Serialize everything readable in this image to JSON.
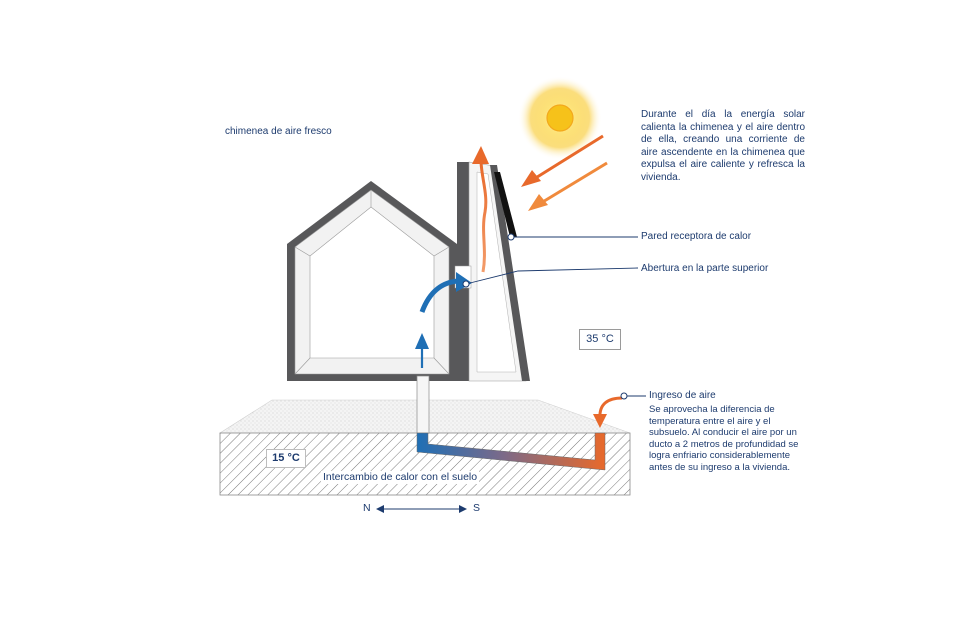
{
  "title": "chimenea de aire fresco",
  "description": "Durante el día la energía solar calienta la chimenea y el aire dentro de ella, creando una corriente de aire ascendente en la chimenea que expulsa el aire caliente y refresca la vivienda.",
  "callouts": {
    "heat_wall": "Pared receptora de calor",
    "top_opening": "Abertura en la parte superior",
    "air_inlet_title": "Ingreso de aire",
    "air_inlet_text": "Se aprovecha la diferencia de temperatura entre el aire y el subsuelo. Al conducir el aire por un ducto a 2 metros de profundidad se logra enfriario considerablemente antes de su ingreso a la vivienda."
  },
  "temperatures": {
    "outside": "35 °C",
    "ground": "15 °C"
  },
  "ground_label": "Intercambio de calor con el suelo",
  "compass": {
    "north": "N",
    "south": "S"
  },
  "colors": {
    "warm": "#e8692b",
    "cool": "#1f6fb5",
    "wall": "#5a5a5c",
    "text": "#1d3b6e",
    "sun": "#f6c21a"
  },
  "icons": [
    "sun-icon",
    "compass-arrow-icon"
  ]
}
